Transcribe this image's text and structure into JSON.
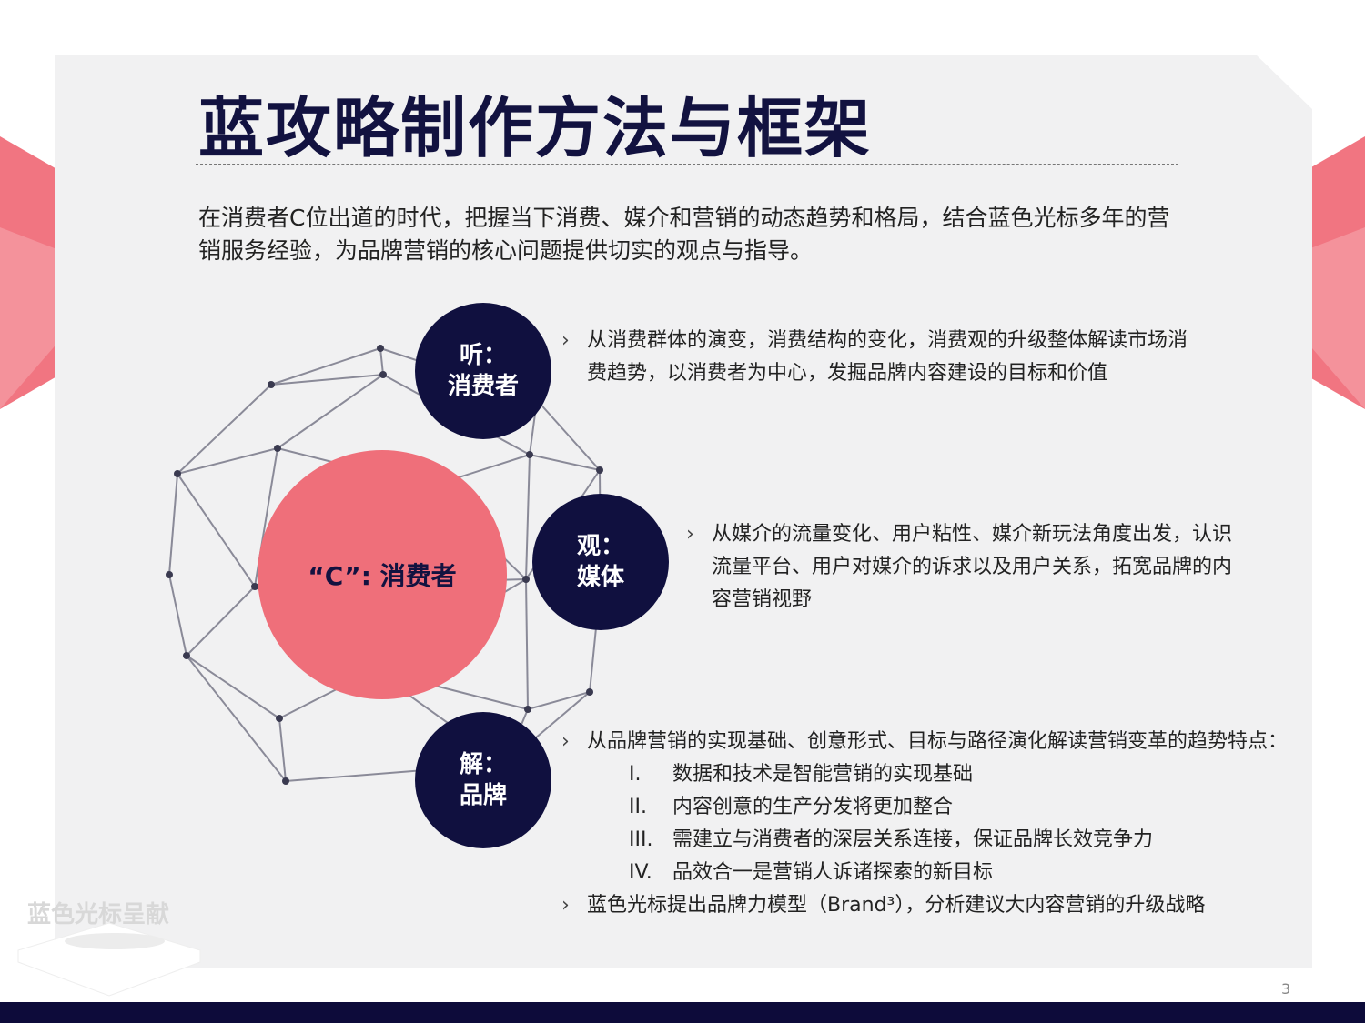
{
  "title": "蓝攻略制作方法与框架",
  "intro": "在消费者C位出道的时代，把握当下消费、媒介和营销的动态趋势和格局，结合蓝色光标多年的营销服务经验，为品牌营销的核心问题提供切实的观点与指导。",
  "core": "“C”: 消费者",
  "nodes": [
    {
      "l1": "听：",
      "l2": "消费者",
      "text": "从消费群体的演变，消费结构的变化，消费观的升级整体解读市场消费趋势，以消费者为中心，发掘品牌内容建设的目标和价值"
    },
    {
      "l1": "观：",
      "l2": "媒体",
      "text": "从媒介的流量变化、用户粘性、媒介新玩法角度出发，认识流量平台、用户对媒介的诉求以及用户关系，拓宽品牌的内容营销视野"
    },
    {
      "l1": "解：",
      "l2": "品牌",
      "text": "从品牌营销的实现基础、创意形式、目标与路径演化解读营销变革的趋势特点："
    }
  ],
  "sub_items": [
    {
      "n": "I.",
      "t": "数据和技术是智能营销的实现基础"
    },
    {
      "n": "II.",
      "t": "内容创意的生产分发将更加整合"
    },
    {
      "n": "III.",
      "t": "需建立与消费者的深层关系连接，保证品牌长效竞争力"
    },
    {
      "n": "IV.",
      "t": "品效合一是营销人诉诸探索的新目标"
    }
  ],
  "last_bullet": "蓝色光标提出品牌力模型（Brand³），分析建议大内容营销的升级战略",
  "bullet_glyph": "›",
  "watermark": "蓝色光标呈献",
  "page_number": "3",
  "colors": {
    "navy": "#10103f",
    "coral": "#ef6f7a",
    "footer": "#0d0b3a"
  }
}
